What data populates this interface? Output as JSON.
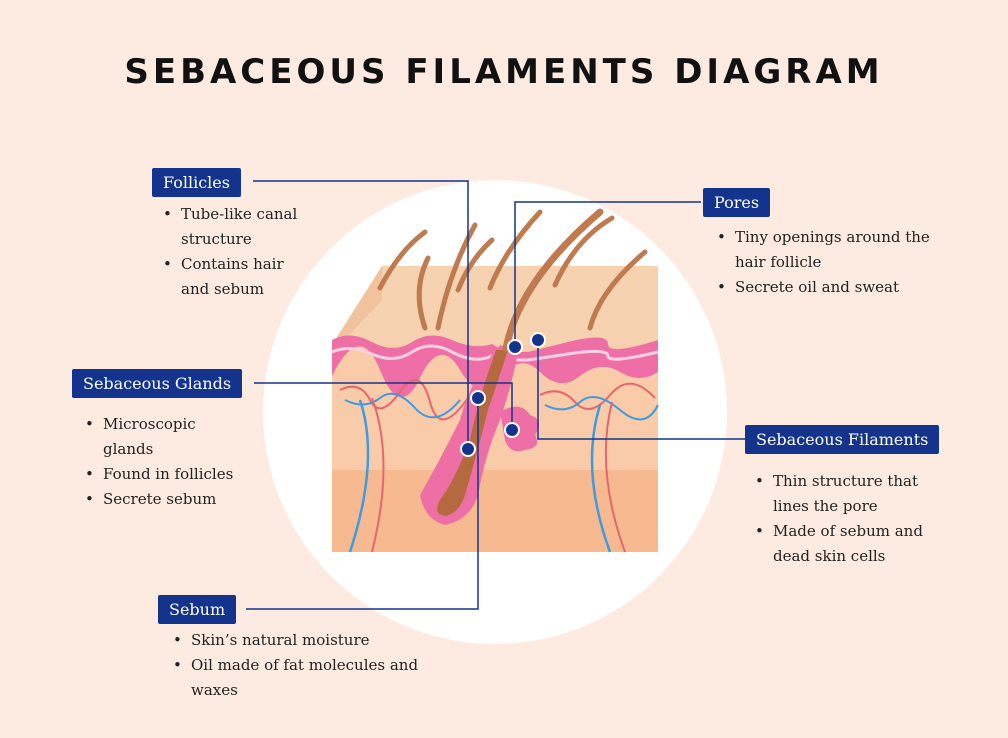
{
  "title": "SEBACEOUS FILAMENTS DIAGRAM",
  "colors": {
    "background": "#fdebe1",
    "label_bg": "#13338c",
    "connector": "#13338c",
    "skin_top": "#f6d2b0",
    "epidermis": "#ee6fa5",
    "dermis": "#f9c7a3",
    "hair": "#c07a4f"
  },
  "callouts": {
    "follicles": {
      "label": "Follicles",
      "bullets": [
        "Tube-like canal structure",
        "Contains hair and sebum"
      ]
    },
    "pores": {
      "label": "Pores",
      "bullets": [
        "Tiny openings around the hair follicle",
        "Secrete oil and sweat"
      ]
    },
    "sebaceous_glands": {
      "label": "Sebaceous Glands",
      "bullets": [
        "Microscopic glands",
        "Found in follicles",
        "Secrete sebum"
      ]
    },
    "sebaceous_filaments": {
      "label": "Sebaceous Filaments",
      "bullets": [
        "Thin structure that lines the pore",
        "Made of sebum and dead skin cells"
      ]
    },
    "sebum": {
      "label": "Sebum",
      "bullets": [
        "Skin’s natural moisture",
        "Oil made of fat molecules and waxes"
      ]
    }
  }
}
